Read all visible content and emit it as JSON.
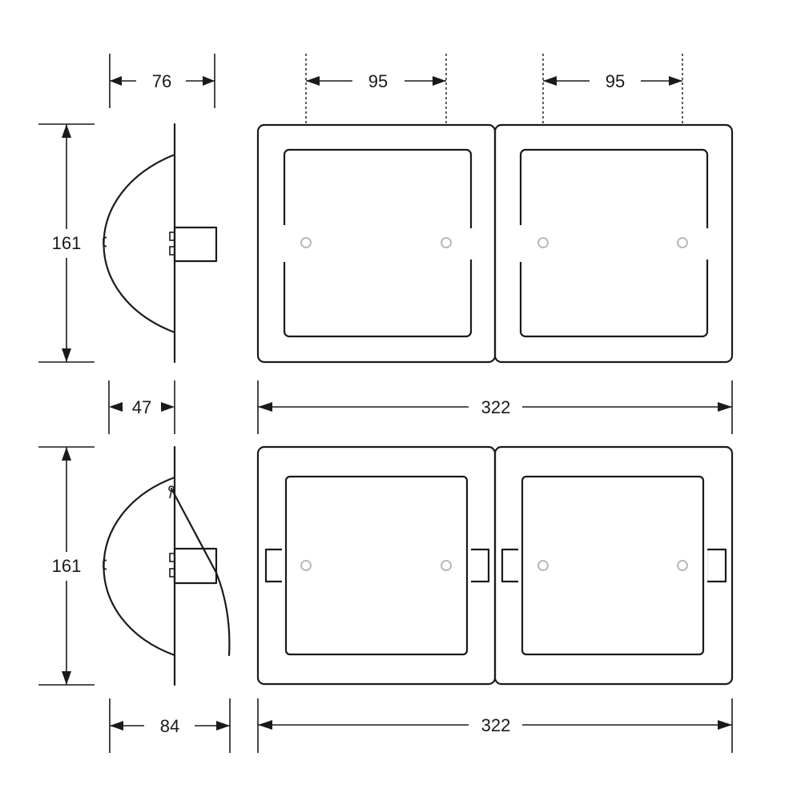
{
  "dimensions": {
    "top_depth": "76",
    "roll_spacing_left": "95",
    "roll_spacing_right": "95",
    "top_height": "161",
    "recess_depth": "47",
    "top_width": "322",
    "bottom_height": "161",
    "bottom_width": "322",
    "bottom_depth": "84"
  }
}
